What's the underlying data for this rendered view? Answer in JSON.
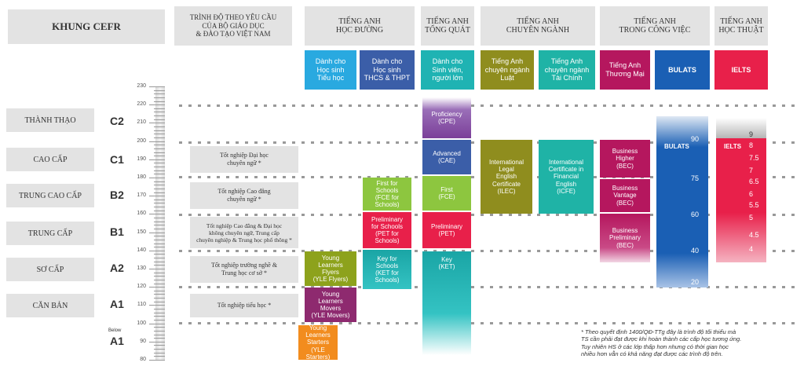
{
  "headers": {
    "cefr": "KHUNG CEFR",
    "vn": "TRÌNH ĐỘ THEO YÊU CẦU\nCỦA BỘ GIÁO DỤC\n& ĐÀO TẠO VIỆT NAM",
    "school": "TIẾNG ANH\nHỌC ĐƯỜNG",
    "general": "TIẾNG ANH\nTỔNG QUÁT",
    "specialized": "TIẾNG ANH\nCHUYÊN NGÀNH",
    "work": "TIẾNG ANH\nTRONG CÔNG VIỆC",
    "academic": "TIẾNG ANH\nHỌC THUẬT"
  },
  "subheaders": {
    "primary": "Dành cho\nHọc sinh\nTiểu học",
    "secondary": "Dành cho\nHọc sinh\nTHCS & THPT",
    "adult": "Dành cho\nSinh viên,\nngười lớn",
    "law": "Tiếng Anh\nchuyên ngành\nLuật",
    "finance": "Tiếng Anh\nchuyên ngành\nTài Chính",
    "commerce": "Tiếng Anh\nThương Mại",
    "bulats": "BULATS",
    "ielts": "IELTS"
  },
  "levels": [
    {
      "name": "THÀNH THẠO",
      "code": "C2",
      "vn": ""
    },
    {
      "name": "CAO CẤP",
      "code": "C1",
      "vn": "Tốt nghiệp Đại học\nchuyên ngữ *"
    },
    {
      "name": "TRUNG CAO CẤP",
      "code": "B2",
      "vn": "Tốt nghiệp Cao đẳng\nchuyên ngữ *"
    },
    {
      "name": "TRUNG CẤP",
      "code": "B1",
      "vn": "Tốt nghiệp Cao đẳng & Đại học\nkhông chuyên ngữ, Trung cấp\nchuyên nghiệp & Trung học phổ thông *"
    },
    {
      "name": "SƠ CẤP",
      "code": "A2",
      "vn": "Tốt nghiệp trường nghề &\nTrung học cơ sở *"
    },
    {
      "name": "CĂN BẢN",
      "code": "A1",
      "vn": "Tốt nghiệp tiểu học *"
    }
  ],
  "below": {
    "word": "Below",
    "code": "A1"
  },
  "scale_labels": [
    "230",
    "220",
    "210",
    "200",
    "190",
    "180",
    "170",
    "160",
    "150",
    "140",
    "130",
    "120",
    "110",
    "100",
    "90",
    "80"
  ],
  "school_exams": {
    "starters": "Young\nLearners\nStarters\n(YLE Starters)",
    "movers": "Young\nLearners\nMovers\n(YLE Movers)",
    "flyers": "Young\nLearners\nFlyers\n(YLE Flyers)",
    "ket_schools": "Key for\nSchools\n(KET for\nSchools)",
    "pet_schools": "Preliminary\nfor Schools\n(PET for\nSchools)",
    "fce_schools": "First for\nSchools\n(FCE for\nSchools)"
  },
  "general_exams": {
    "ket": "Key\n(KET)",
    "pet": "Preliminary\n(PET)",
    "fce": "First\n(FCE)",
    "cae": "Advanced\n(CAE)",
    "cpe": "Proficiency\n(CPE)"
  },
  "specialized_exams": {
    "ilec": "International\nLegal\nEnglish\nCertificate\n(ILEC)",
    "icfe": "International\nCertificate in\nFinancial\nEnglish\n(ICFE)"
  },
  "work_exams": {
    "higher": "Business\nHigher\n(BEC)",
    "vantage": "Business\nVantage\n(BEC)",
    "preliminary": "Business\nPreliminary\n(BEC)",
    "bulats_label": "BULATS",
    "bulats_scores": [
      "90",
      "75",
      "60",
      "40",
      "20"
    ]
  },
  "ielts": {
    "label": "IELTS",
    "scores": [
      "9",
      "8",
      "7.5",
      "7",
      "6.5",
      "6",
      "5.5",
      "5",
      "4.5",
      "4"
    ]
  },
  "note": "* Theo quyết định 1400/QĐ-TTg đây là trình độ tối thiểu mà\nTS cần phải đạt được khi hoàn thành các cấp học tương ứng.\nTuy nhiên HS ở các lớp thấp hơn nhưng có thời gian học\nnhiều hơn vẫn có khả năng đạt được các trình độ trên.",
  "colors": {
    "header_bg": "#e3e3e3",
    "primary": "#29a9e0",
    "secondary": "#3b5ea8",
    "adult": "#1fb3b3",
    "law": "#8f8d1e",
    "finance": "#1fb3a6",
    "commerce": "#b5175e",
    "bulats": "#1a5fb4",
    "ielts": "#e8204a",
    "starters": "#f28c1e",
    "movers": "#8e2a6f",
    "flyers": "#8da21c",
    "ket": "#1aa5a5",
    "pet": "#e8204a",
    "fce": "#8dc63f",
    "cae": "#3b5ea8",
    "cpe": "#7b3f99"
  }
}
